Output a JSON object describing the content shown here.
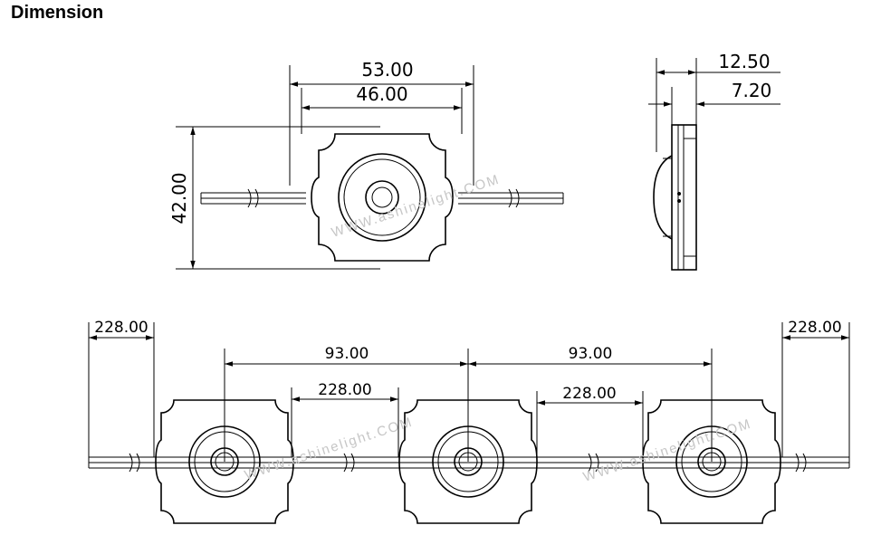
{
  "title": "Dimension",
  "top_view": {
    "overall_width": "53.00",
    "body_width": "46.00",
    "height": "42.00"
  },
  "side_view": {
    "overall_depth": "12.50",
    "body_depth": "7.20"
  },
  "chain_view": {
    "left_lead": "228.00",
    "right_lead": "228.00",
    "pitch_1": "93.00",
    "pitch_2": "93.00",
    "wire_gap_1": "228.00",
    "wire_gap_2": "228.00"
  },
  "watermark": "WWW.ashinelight.COM",
  "colors": {
    "line": "#000000",
    "watermark": "#c6c6c6"
  }
}
